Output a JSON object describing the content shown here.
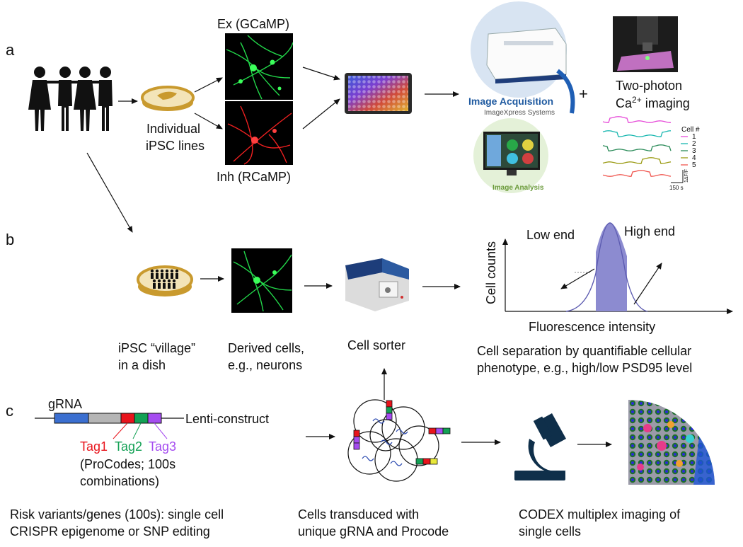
{
  "panels": {
    "a": "a",
    "b": "b",
    "c": "c"
  },
  "panel_a": {
    "ipsc_label_line1": "Individual",
    "ipsc_label_line2": "iPSC lines",
    "ex_label": "Ex (GCaMP)",
    "inh_label": "Inh (RCaMP)",
    "acquisition_title": "Image Acquisition",
    "acquisition_subtitle": "ImageXpress Systems",
    "analysis_label": "Image Analysis",
    "plus": "+",
    "twophoton_line1": "Two-photon",
    "twophoton_line2_prefix": "Ca",
    "twophoton_line2_sup": "2+",
    "twophoton_line2_suffix": " imaging",
    "trace_legend_title": "Cell #",
    "trace_legend_items": [
      "1",
      "2",
      "3",
      "4",
      "5"
    ],
    "trace_colors": [
      "#e64ad8",
      "#18b7b0",
      "#2c8c5a",
      "#9a9a12",
      "#f0564f"
    ],
    "scalebar_time": "150 s",
    "scalebar_amp": "1ΔF/F"
  },
  "panel_b": {
    "village_line1": "iPSC “village”",
    "village_line2": "in a dish",
    "derived_line1": "Derived cells,",
    "derived_line2": "e.g., neurons",
    "sorter_label": "Cell sorter",
    "hist_ylabel": "Cell counts",
    "hist_xlabel": "Fluorescence intensity",
    "low_end": "Low end",
    "high_end": "High end",
    "separation_line1": "Cell separation by quantifiable cellular",
    "separation_line2": "phenotype,  e.g., high/low PSD95 level"
  },
  "panel_c": {
    "grna_label": "gRNA",
    "lenti_label": "Lenti-construct",
    "tag1": "Tag1",
    "tag2": "Tag2",
    "tag3": "Tag3",
    "procodes_line1": "(ProCodes; 100s",
    "procodes_line2": "combinations)",
    "risk_line1": "Risk variants/genes (100s): single cell",
    "risk_line2": "CRISPR epigenome or SNP editing",
    "transduced_line1": "Cells transduced with",
    "transduced_line2": " unique gRNA and Procode",
    "codex_line1": "CODEX multiplex imaging of",
    "codex_line2": "single cells"
  },
  "colors": {
    "gfp": "#1fd04a",
    "rfp": "#ee1b1b",
    "tag_red": "#e8141c",
    "tag_green": "#13a155",
    "tag_purple": "#a54cf0",
    "segment_blue": "#3b6fd0",
    "segment_gray": "#b5b5b5",
    "histogram_fill": "#8c8bd0",
    "microscope": "#0f2f4a",
    "dish_gold": "#c99a2e"
  }
}
